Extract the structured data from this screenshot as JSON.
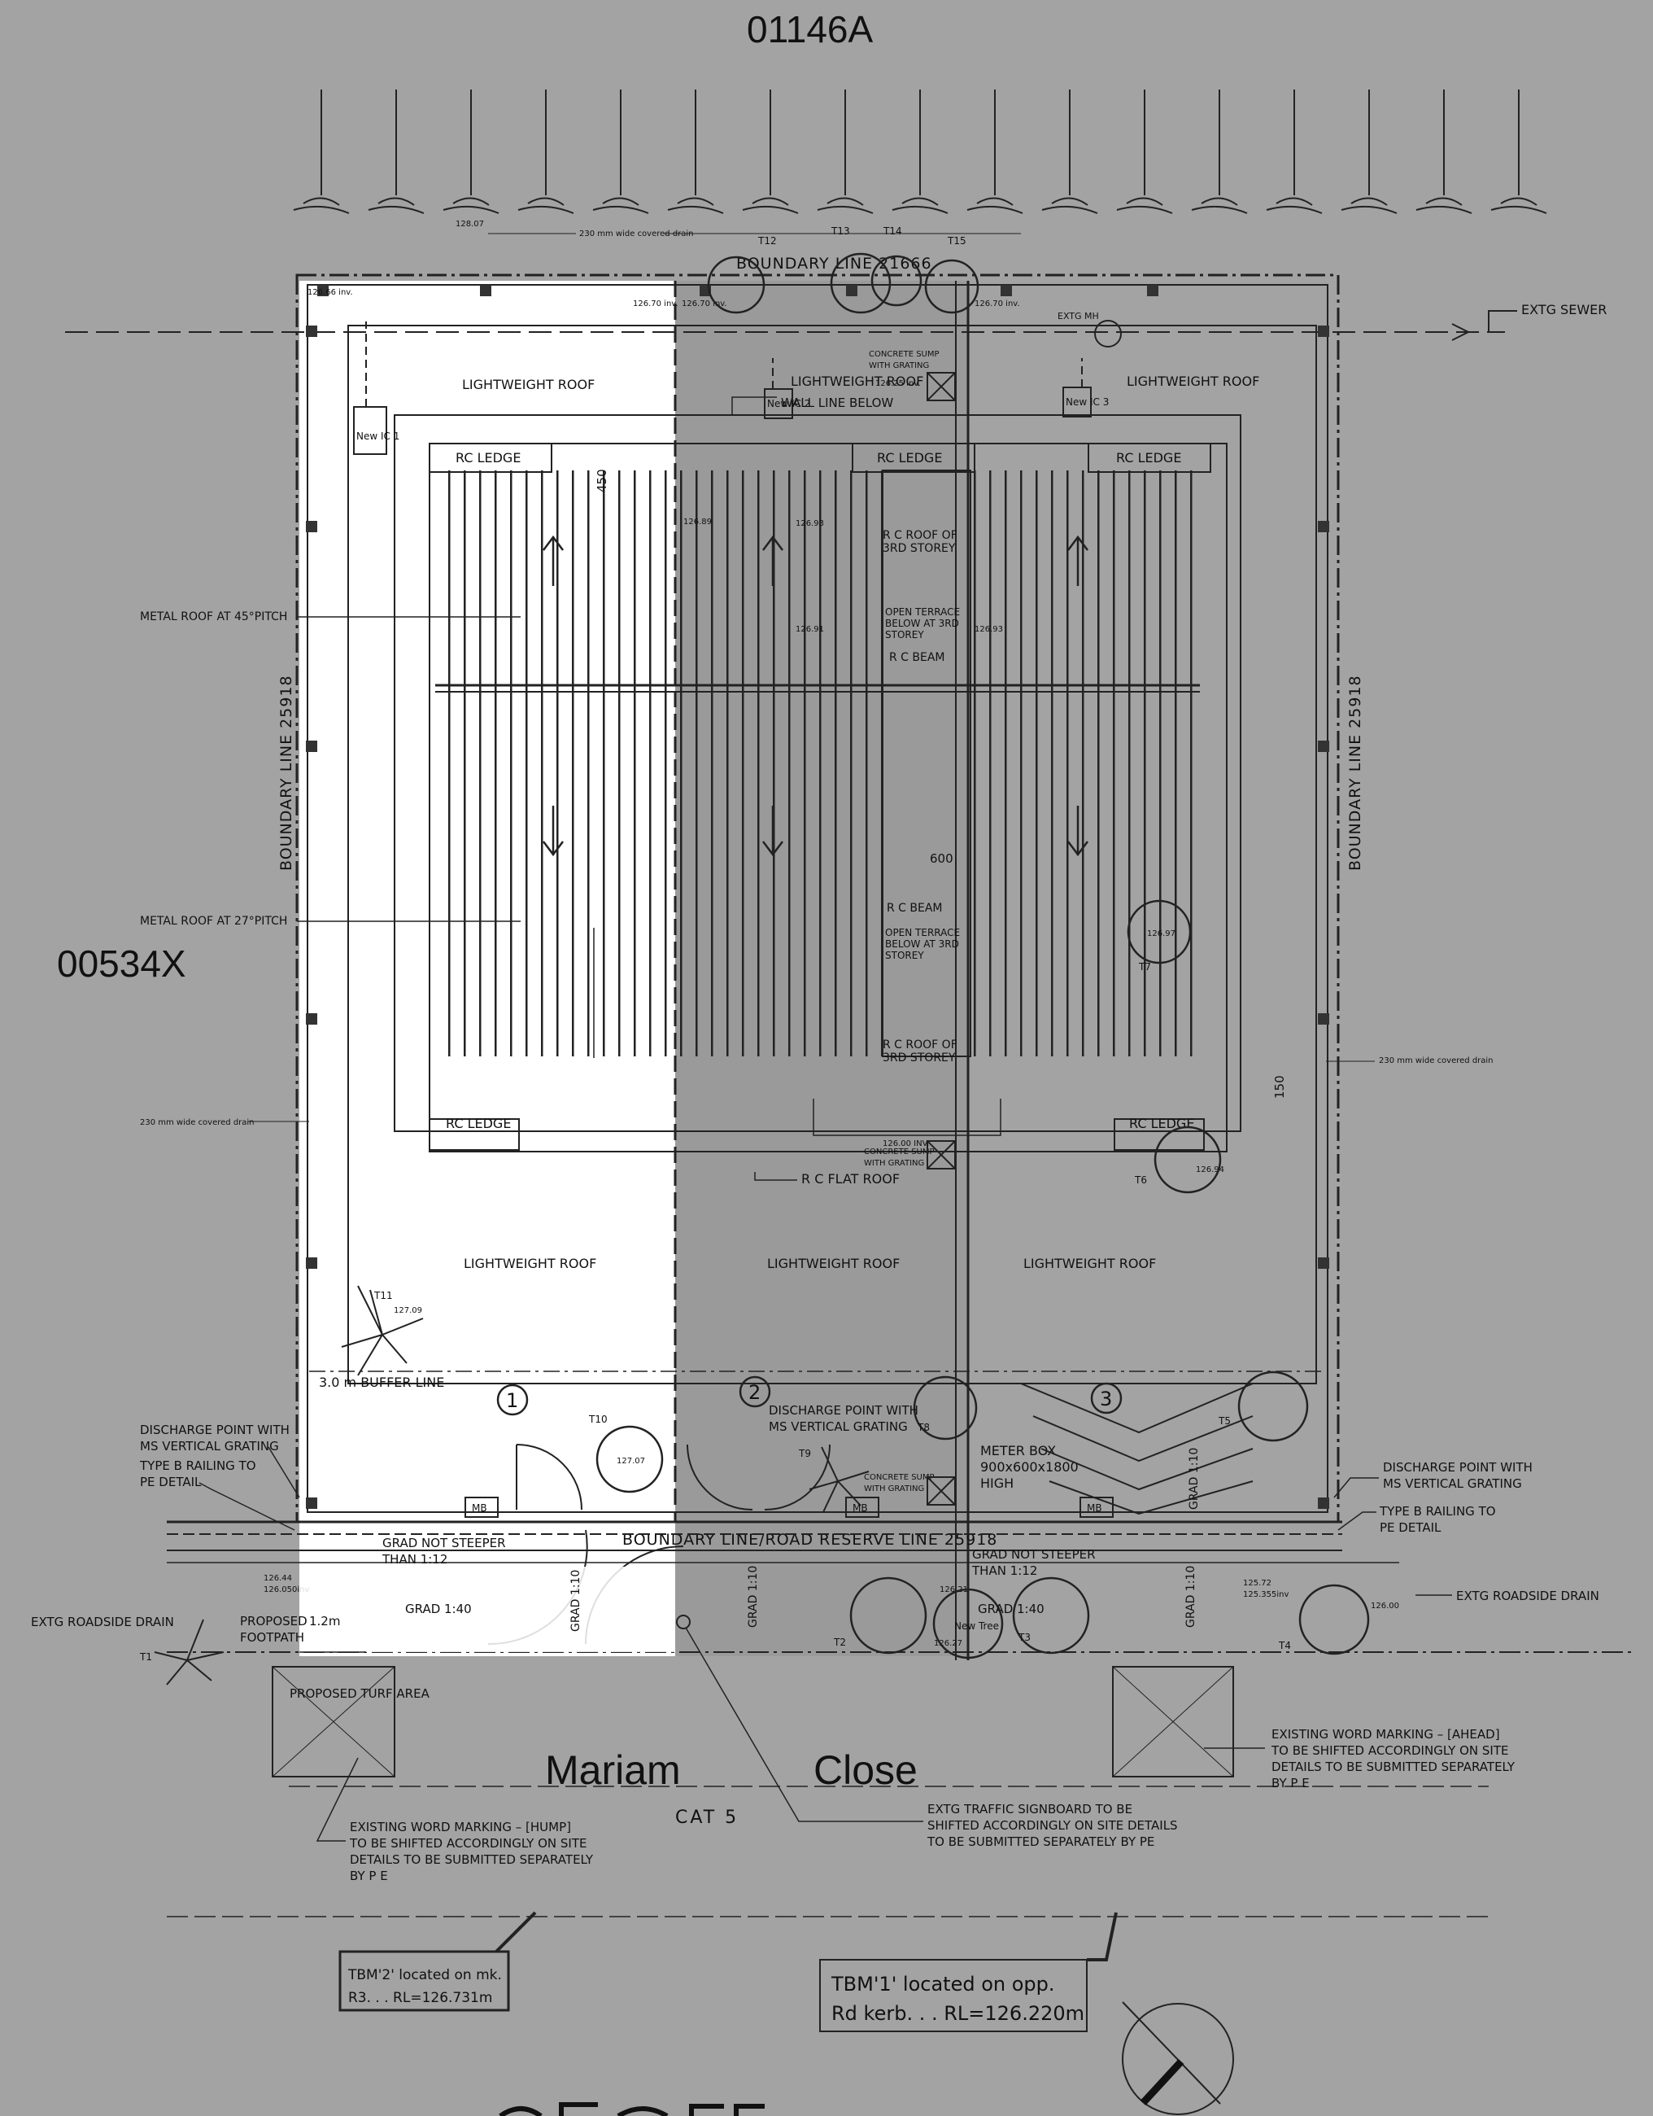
{
  "lot_codes": {
    "top": "01146A",
    "left": "00534X"
  },
  "street": {
    "word1": "Mariam",
    "word2": "Close",
    "category": "CAT 5"
  },
  "boundary": {
    "top": "BOUNDARY LINE 21666",
    "left": "BOUNDARY LINE 25918",
    "right": "BOUNDARY LINE 25918",
    "road": "BOUNDARY LINE/ROAD RESERVE LINE 25918"
  },
  "roofs": {
    "lightweight": "LIGHTWEIGHT ROOF",
    "rc_ledge": "RC LEDGE",
    "rc_roof_3rd_a": "R C ROOF OF",
    "rc_roof_3rd_b": "3RD STOREY",
    "terrace_a": "OPEN TERRACE",
    "terrace_b": "BELOW AT 3RD",
    "terrace_c": "STOREY",
    "rc_beam": "R C BEAM",
    "rc_flat": "R C FLAT ROOF",
    "wall_line": "WALL LINE BELOW",
    "metal45": "METAL ROOF AT 45°PITCH",
    "metal27": "METAL ROOF AT 27°PITCH"
  },
  "drainage": {
    "sewer": "EXTG SEWER",
    "manhole": "EXTG MH",
    "covered_drain": "230 mm wide covered drain",
    "sump_a": "CONCRETE SUMP",
    "sump_b": "WITH GRATING",
    "roadside": "EXTG ROADSIDE DRAIN",
    "discharge_a": "DISCHARGE POINT WITH",
    "discharge_b": "MS VERTICAL GRATING",
    "railing_a": "TYPE B RAILING TO",
    "railing_b": "PE DETAIL",
    "new_ic": [
      "New IC 1",
      "New IC 2",
      "New IC 3"
    ]
  },
  "levels": [
    "126.66 inv.",
    "126.70 inv.",
    "126.25 inv.",
    "128.07",
    "126.89",
    "126.93",
    "126.91",
    "126.97",
    "126.94",
    "126.00 INV.",
    "127.09",
    "127.07",
    "126.44",
    "126.050inv",
    "125.72",
    "125.355inv",
    "126.00",
    "126.21",
    "126.27"
  ],
  "trees": [
    "T1",
    "T2",
    "T3",
    "T4",
    "T5",
    "T6",
    "T7",
    "T8",
    "T9",
    "T10",
    "T11",
    "T12",
    "T13",
    "T14",
    "T15"
  ],
  "new_tree": "New Tree",
  "dims": {
    "d450": "450",
    "d600": "600",
    "d150": "150"
  },
  "units": [
    "1",
    "2",
    "3"
  ],
  "site": {
    "buffer": "3.0 m BUFFER LINE",
    "mb": "MB",
    "meter_a": "METER BOX",
    "meter_b": "900x600x1800",
    "meter_c": "HIGH",
    "grad_112_a": "GRAD NOT STEEPER",
    "grad_112_b": "THAN 1:12",
    "grad110": "GRAD 1:10",
    "grad140": "GRAD 1:40",
    "footpath_a": "PROPOSED",
    "footpath_b": "FOOTPATH",
    "footpath_w": "1.2m",
    "turf": "PROPOSED TURF AREA"
  },
  "notes": {
    "hump": [
      "EXISTING WORD MARKING – [HUMP]",
      "TO BE SHIFTED ACCORDINGLY ON SITE",
      "DETAILS TO BE SUBMITTED SEPARATELY",
      "BY P E"
    ],
    "ahead": [
      "EXISTING WORD MARKING – [AHEAD]",
      "TO BE SHIFTED ACCORDINGLY ON SITE",
      "DETAILS TO BE SUBMITTED SEPARATELY",
      "BY P E"
    ],
    "sign": [
      "EXTG TRAFFIC SIGNBOARD TO BE",
      "SHIFTED ACCORDINGLY ON SITE DETAILS",
      "TO BE SUBMITTED SEPARATELY BY PE"
    ]
  },
  "tbm": {
    "t2_a": "TBM'2' located on mk.",
    "t2_b": "R3. . . RL=126.731m",
    "t1_a": "TBM'1' located on opp.",
    "t1_b": "Rd kerb. . . RL=126.220m"
  }
}
